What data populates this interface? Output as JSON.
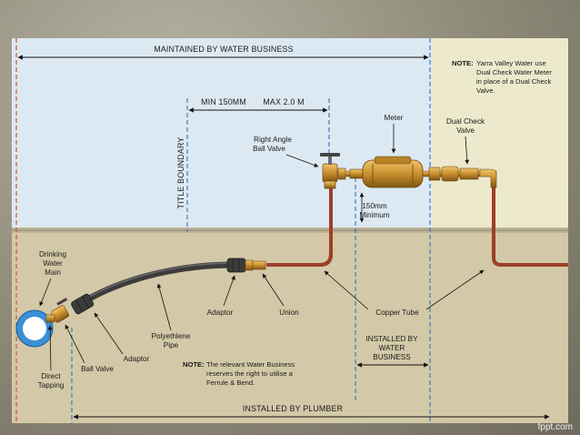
{
  "labels": {
    "maintained": "MAINTAINED BY WATER BUSINESS",
    "min_dist": "MIN 150MM",
    "max_dist": "MAX 2.0 M",
    "title_boundary": "TITLE BOUNDARY",
    "note1_head": "NOTE:",
    "note1_line1": "Yarra Valley Water use",
    "note1_line2": "Dual Check Water Meter",
    "note1_line3": "in place of a Dual Check",
    "note1_line4": "Valve.",
    "meter": "Meter",
    "dual_check_line1": "Dual Check",
    "dual_check_line2": "Valve",
    "right_angle_line1": "Right Angle",
    "right_angle_line2": "Ball Valve",
    "min150_line1": "150mm",
    "min150_line2": "Minimum",
    "drinking_line1": "Drinking",
    "drinking_line2": "Water",
    "drinking_line3": "Main",
    "adaptor_upper": "Adaptor",
    "union": "Union",
    "copper_tube": "Copper Tube",
    "poly_line1": "Polyethlene",
    "poly_line2": "Pipe",
    "adaptor_lower": "Adaptor",
    "ball_valve": "Ball Valve",
    "direct_line1": "Direct",
    "direct_line2": "Tapping",
    "installed_water_line1": "INSTALLED BY",
    "installed_water_line2": "WATER",
    "installed_water_line3": "BUSINESS",
    "note2_head": "NOTE:",
    "note2_line1": "The relevant Water Business",
    "note2_line2": "reserves the right to utilise a",
    "note2_line3": "Ferrule & Bend.",
    "installed_plumber": "INSTALLED BY PLUMBER"
  },
  "watermark": "fppt.com",
  "colors": {
    "sky": "#dde9f2",
    "ground": "#d3c9a8",
    "note_panel": "#ede9cc",
    "copper": "#a4432c",
    "brass": "#c98f2e",
    "poly_pipe": "#3c3c3c",
    "main_ring": "#3a8fd6",
    "boundary_red": "#d9502f",
    "boundary_blue": "#3470b4"
  }
}
